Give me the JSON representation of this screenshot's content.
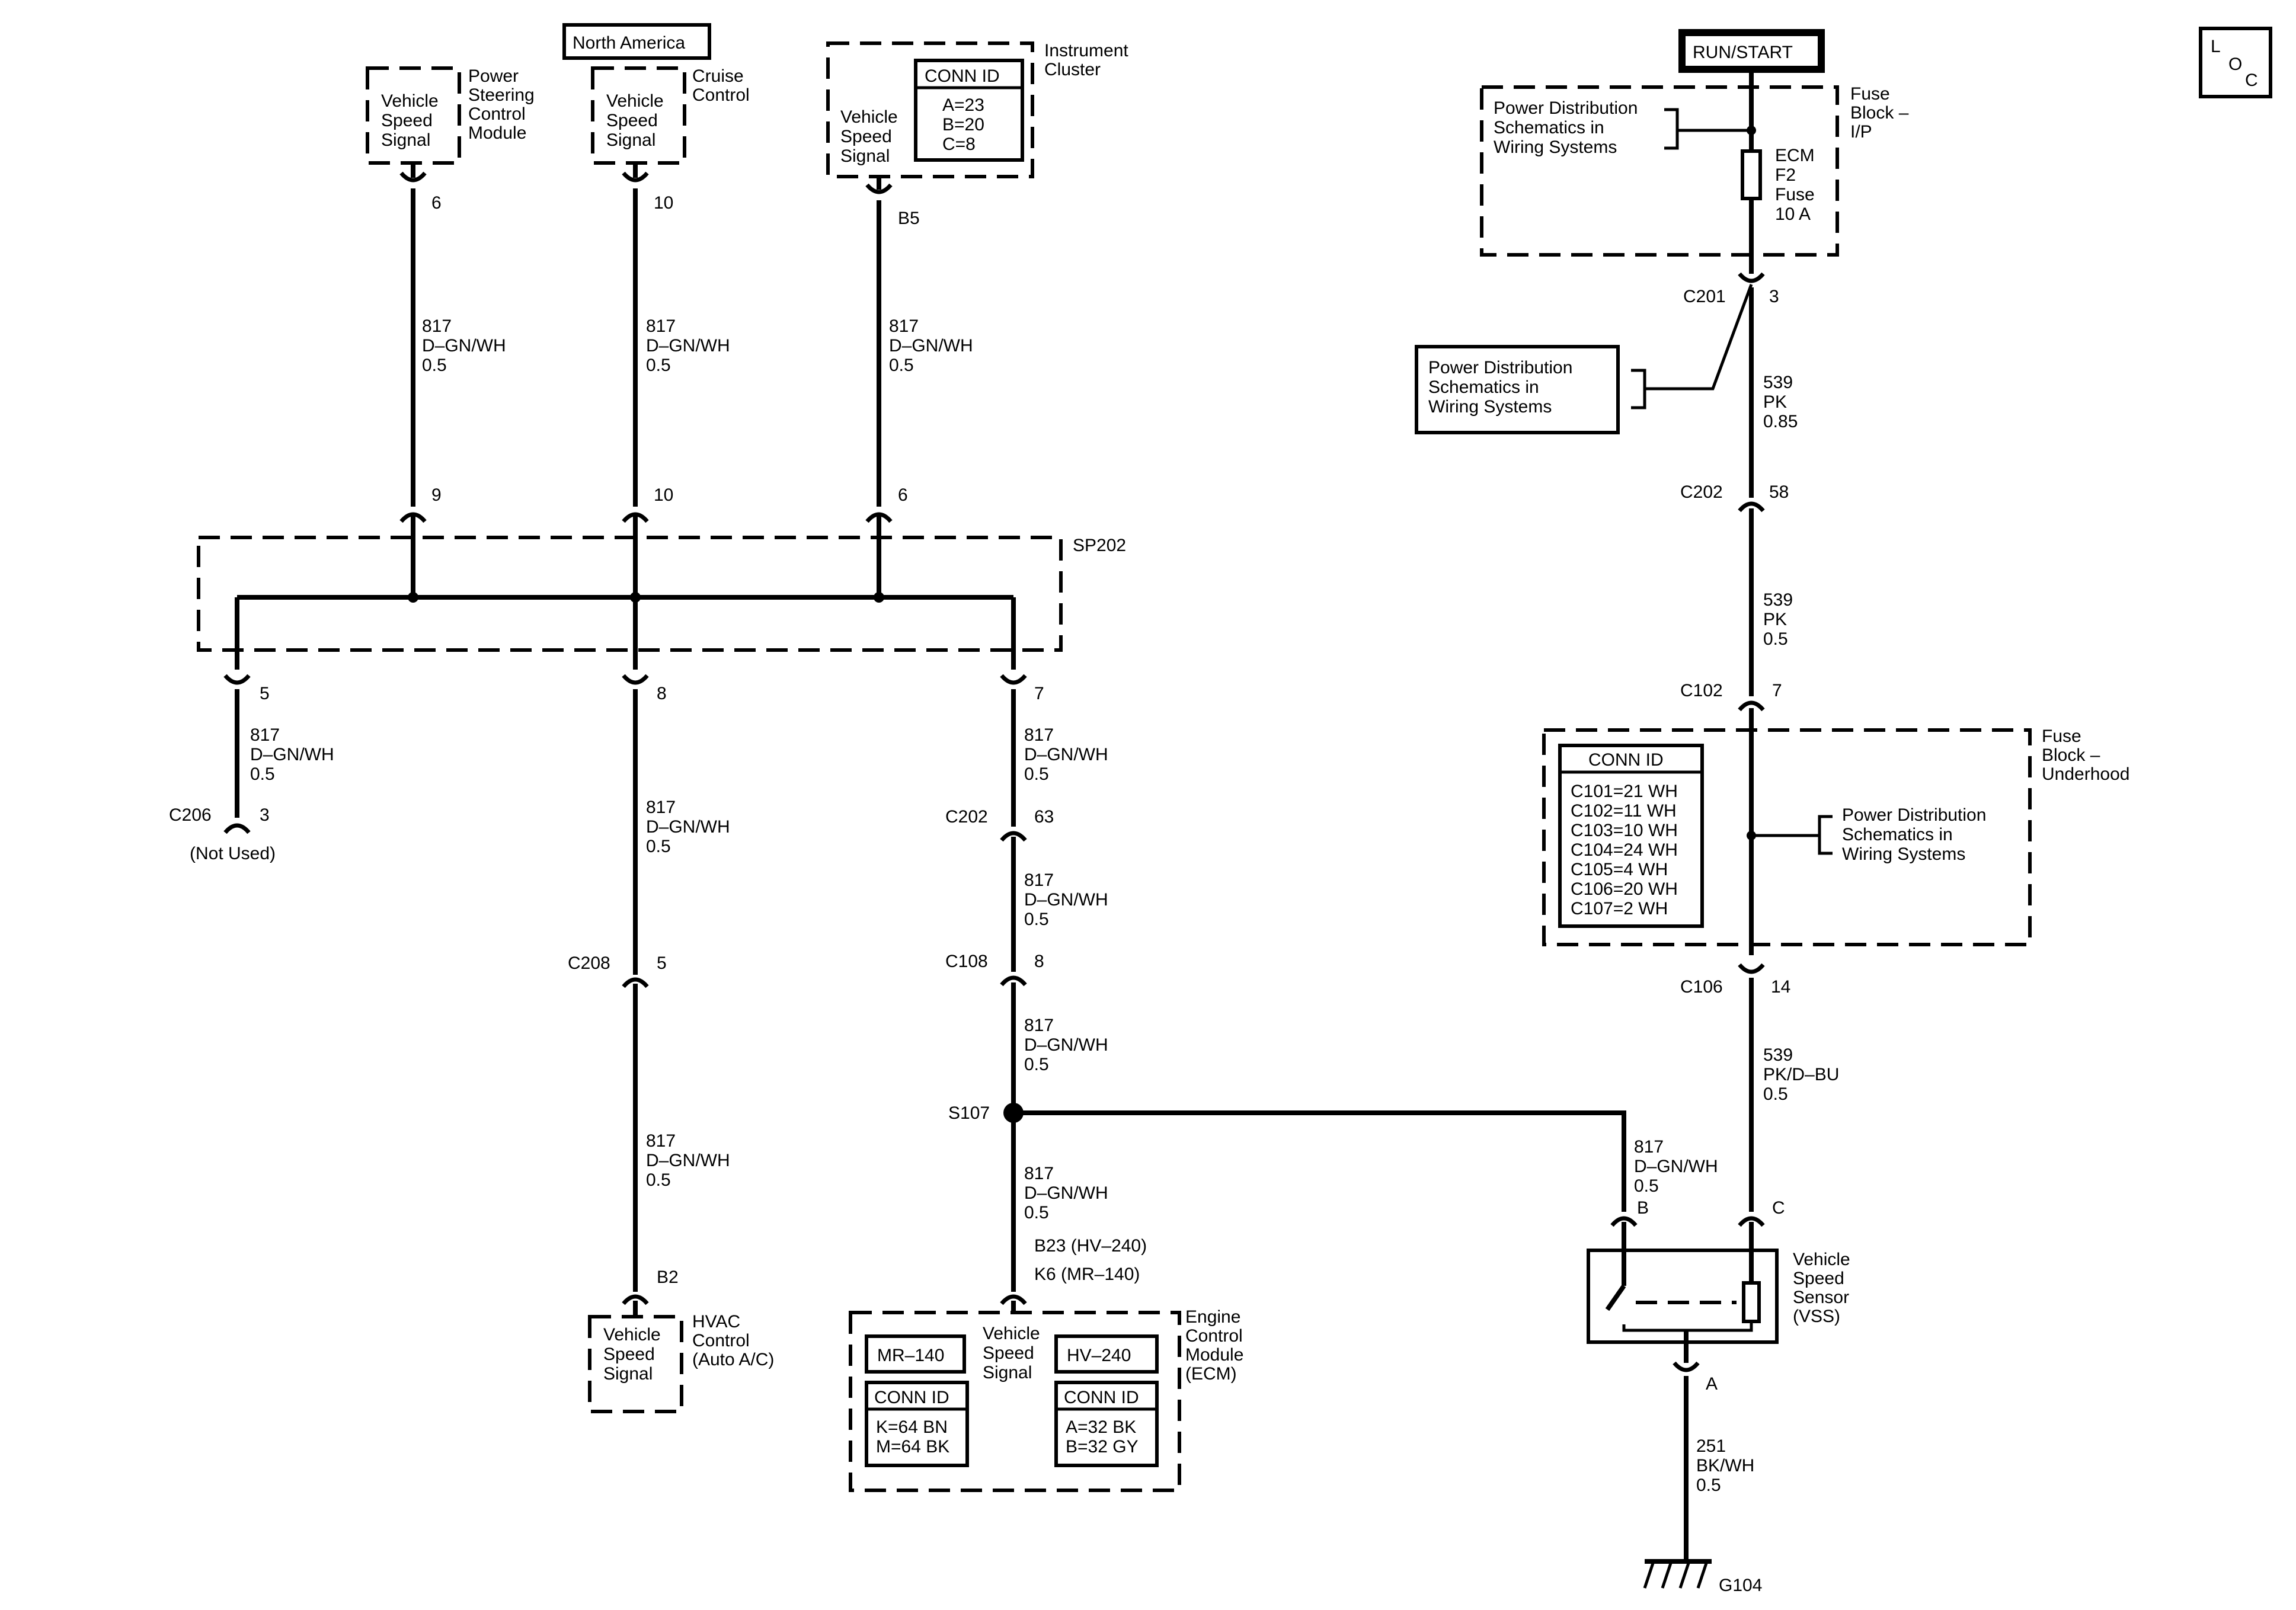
{
  "loc_badge": {
    "l": "L",
    "o": "O",
    "c": "C"
  },
  "power_steering": {
    "l1": "Vehicle",
    "l2": "Speed",
    "l3": "Signal",
    "title1": "Power",
    "title2": "Steering",
    "title3": "Control",
    "title4": "Module",
    "pin_top": "6",
    "pin_sp": "9"
  },
  "cruise": {
    "region": "North America",
    "l1": "Vehicle",
    "l2": "Speed",
    "l3": "Signal",
    "title1": "Cruise",
    "title2": "Control",
    "pin_top": "10",
    "pin_sp": "10"
  },
  "cluster": {
    "conn_title": "CONN ID",
    "c1": "A=23",
    "c2": "B=20",
    "c3": "C=8",
    "l1": "Vehicle",
    "l2": "Speed",
    "l3": "Signal",
    "title1": "Instrument",
    "title2": "Cluster",
    "pin_top": "B5",
    "pin_sp": "6"
  },
  "wire817": {
    "circuit": "817",
    "color": "D–GN/WH",
    "size": "0.5"
  },
  "splice_pack": {
    "name": "SP202",
    "pin_left": "5",
    "pin_mid": "8",
    "pin_right": "7"
  },
  "c206": {
    "name": "C206",
    "pin": "3",
    "note": "(Not Used)"
  },
  "c208": {
    "name": "C208",
    "pin": "5"
  },
  "hvac": {
    "pin": "B2",
    "l1": "Vehicle",
    "l2": "Speed",
    "l3": "Signal",
    "title1": "HVAC",
    "title2": "Control",
    "title3": "(Auto A/C)"
  },
  "ecm_branch": {
    "c202": "C202",
    "c202_pin": "63",
    "c108": "C108",
    "c108_pin": "8",
    "splice": "S107",
    "pin1": "B23 (HV–240)",
    "pin2": "K6 (MR–140)"
  },
  "ecm": {
    "mr": "MR–140",
    "hv": "HV–240",
    "conn_title": "CONN ID",
    "mr1": "K=64 BN",
    "mr2": "M=64 BK",
    "hv1": "A=32 BK",
    "hv2": "B=32 GY",
    "l1": "Vehicle",
    "l2": "Speed",
    "l3": "Signal",
    "title1": "Engine",
    "title2": "Control",
    "title3": "Module",
    "title4": "(ECM)"
  },
  "power": {
    "run": "RUN/START",
    "pd1": "Power Distribution",
    "pd2": "Schematics in",
    "pd3": "Wiring Systems",
    "fuse1": "ECM",
    "fuse2": "F2",
    "fuse3": "Fuse",
    "fuse4": "10 A",
    "fb_ip1": "Fuse",
    "fb_ip2": "Block –",
    "fb_ip3": "I/P"
  },
  "c201": {
    "name": "C201",
    "pin": "3"
  },
  "wire539a": {
    "circuit": "539",
    "color": "PK",
    "size": "0.85"
  },
  "c202b": {
    "name": "C202",
    "pin": "58"
  },
  "wire539b": {
    "circuit": "539",
    "color": "PK",
    "size": "0.5"
  },
  "c102": {
    "name": "C102",
    "pin": "7"
  },
  "underhood": {
    "conn_title": "CONN ID",
    "rows": [
      "C101=21 WH",
      "C102=11 WH",
      "C103=10 WH",
      "C104=24 WH",
      "C105=4 WH",
      "C106=20 WH",
      "C107=2 WH"
    ],
    "title1": "Fuse",
    "title2": "Block –",
    "title3": "Underhood"
  },
  "c106": {
    "name": "C106",
    "pin": "14"
  },
  "wire539c": {
    "circuit": "539",
    "color": "PK/D–BU",
    "size": "0.5"
  },
  "vss": {
    "pin_b": "B",
    "pin_c": "C",
    "pin_a": "A",
    "title1": "Vehicle",
    "title2": "Speed",
    "title3": "Sensor",
    "title4": "(VSS)"
  },
  "wire251": {
    "circuit": "251",
    "color": "BK/WH",
    "size": "0.5"
  },
  "ground": {
    "name": "G104"
  }
}
